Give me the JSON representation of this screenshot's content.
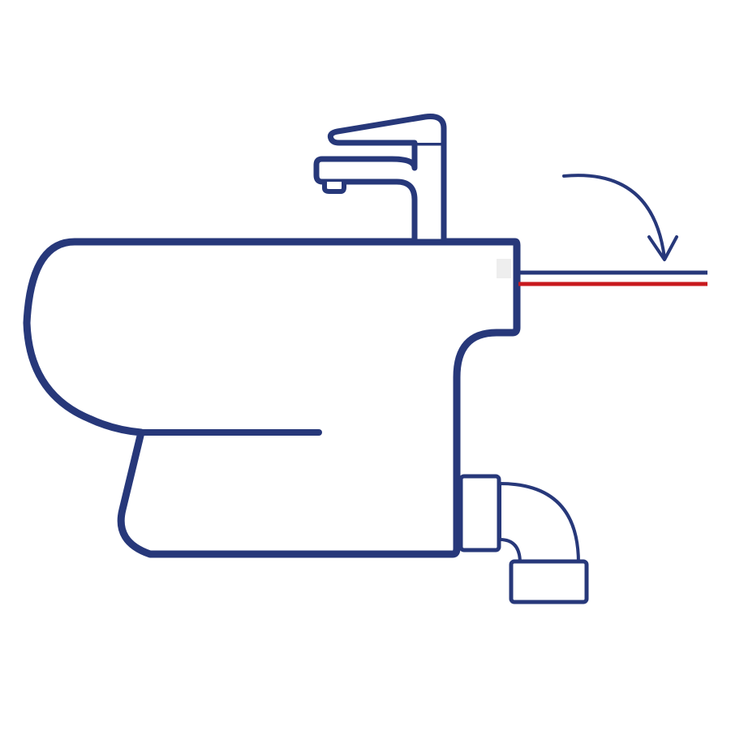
{
  "illustration": {
    "subject": "bidet-with-mixer-tap-side-view",
    "colors": {
      "outline": "#27387a",
      "hot_water_line": "#c8191e",
      "cold_water_line": "#27387a",
      "background": "#ffffff",
      "highlight": "#eeeeee"
    },
    "parts": [
      {
        "name": "bidet-bowl",
        "icon": "bidet-icon"
      },
      {
        "name": "mixer-tap",
        "icon": "faucet-icon"
      },
      {
        "name": "water-supply-lines",
        "icon": "pipe-icon"
      },
      {
        "name": "direction-arrow",
        "icon": "curved-arrow-down-icon"
      },
      {
        "name": "waste-trap-elbow",
        "icon": "elbow-pipe-icon"
      }
    ]
  }
}
